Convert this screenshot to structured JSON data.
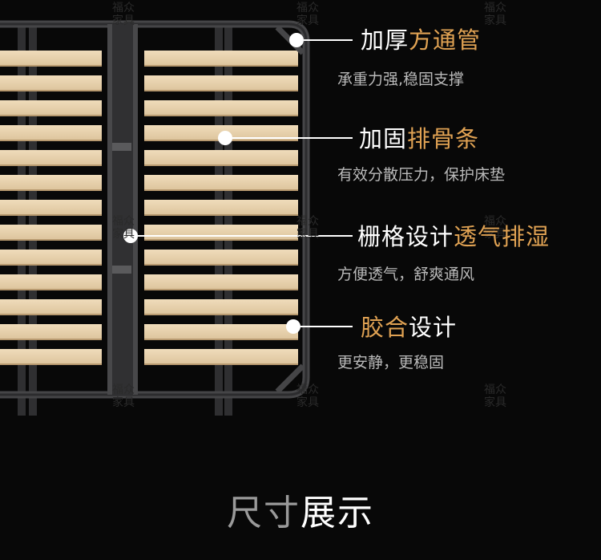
{
  "features": [
    {
      "title_white": "加厚",
      "title_orange": "方通管",
      "title_white_after": "",
      "subtitle": "承重力强,稳固支撑"
    },
    {
      "title_white": "加固",
      "title_orange": "排骨条",
      "title_white_after": "",
      "subtitle": "有效分散压力，保护床垫"
    },
    {
      "title_white": "栅格设计",
      "title_orange": "透气排湿",
      "title_white_after": "",
      "subtitle": "方便透气，舒爽通风"
    },
    {
      "title_white": "",
      "title_orange": "胶合",
      "title_white_after": "设计",
      "subtitle": "更安静，更稳固"
    }
  ],
  "watermark": {
    "line1": "福众",
    "line2": "家具"
  },
  "footer": {
    "part_gray": "尺寸",
    "part_white": "展示"
  },
  "colors": {
    "accent_orange": "#e0a253",
    "background": "#080808",
    "slat_wood": "#e8d2ad",
    "frame_metal": "#3a3a3c"
  }
}
